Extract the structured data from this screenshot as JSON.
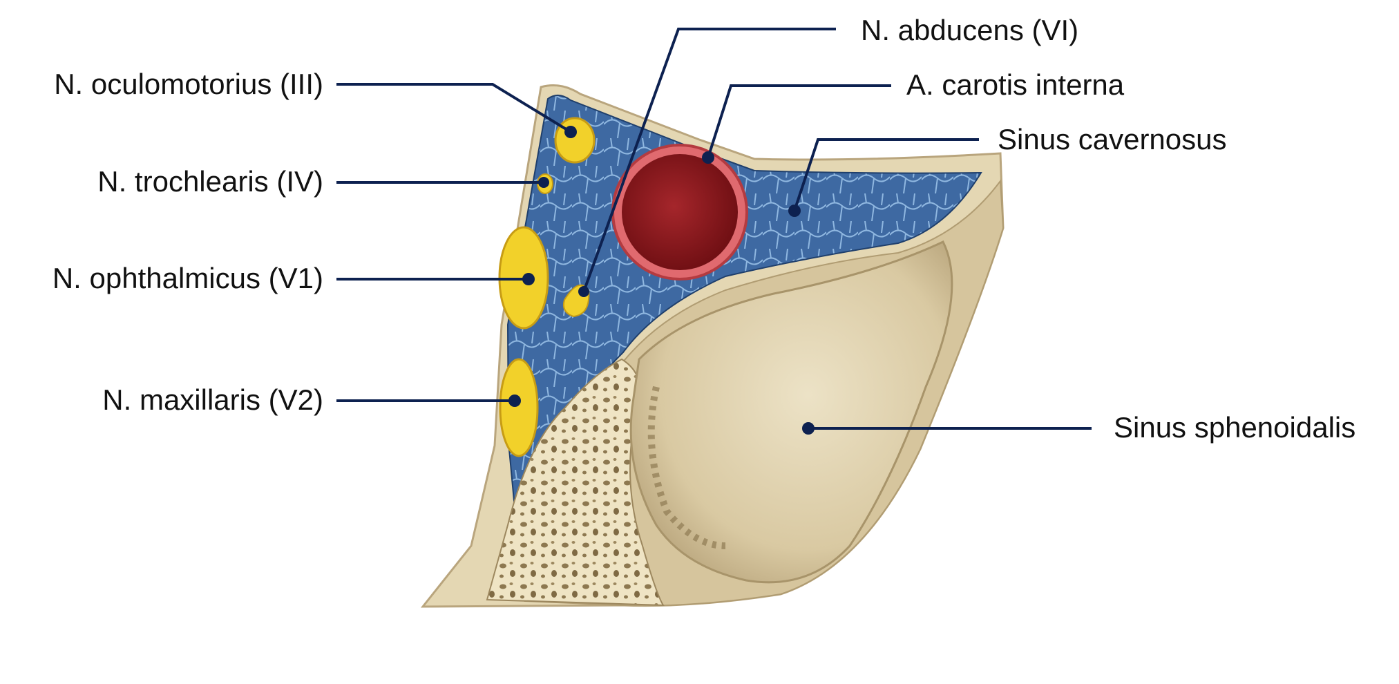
{
  "labels": {
    "oculomotorius": "N. oculomotorius (III)",
    "trochlearis": "N. trochlearis (IV)",
    "ophthalmicus": "N. ophthalmicus (V1)",
    "maxillaris": "N. maxillaris (V2)",
    "abducens": "N. abducens (VI)",
    "carotis": "A. carotis interna",
    "cavernosus": "Sinus cavernosus",
    "sphenoidalis": "Sinus sphenoidalis"
  },
  "colors": {
    "leader": "#0d2150",
    "sinus_blue": "#3f6aa0",
    "nerve_yellow": "#f2d12a",
    "artery_red": "#a61d23",
    "bone": "#d8c9a3"
  }
}
